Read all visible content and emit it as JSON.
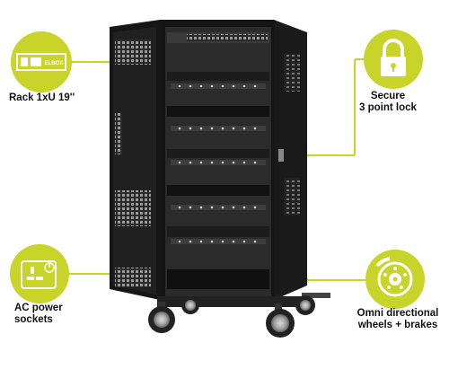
{
  "features": {
    "rack": {
      "label": "Rack 1xU 19''",
      "icon": "rack-unit-icon",
      "panel_text": "ELBOX"
    },
    "lock": {
      "label_line1": "Secure",
      "label_line2": "3 point lock",
      "icon": "padlock-icon"
    },
    "ac": {
      "label_line1": "AC power",
      "label_line2": "sockets",
      "icon": "power-socket-icon"
    },
    "wheels": {
      "label_line1": "Omni directional",
      "label_line2": "wheels  + brakes",
      "icon": "brake-disc-icon"
    }
  },
  "colors": {
    "accent": "#c8d42a",
    "cabinet": "#1b1b1b",
    "icon_fg": "#ffffff"
  }
}
